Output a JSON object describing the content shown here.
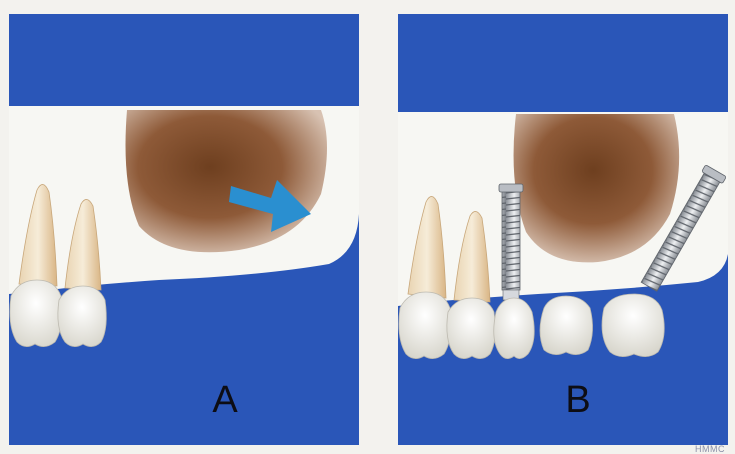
{
  "figure": {
    "panels": [
      {
        "label": "A"
      },
      {
        "label": "B"
      }
    ],
    "credit": "HMMC"
  },
  "colors": {
    "background_blue": "#2a56b8",
    "bone_white": "#f7f7f3",
    "sinus_brown": "#7a4a2a",
    "arrow_blue": "#2a8fd0",
    "tooth_enamel": "#f4f2ea",
    "root_tan": "#e8c89a",
    "implant_metal": "#c8ccd2"
  }
}
